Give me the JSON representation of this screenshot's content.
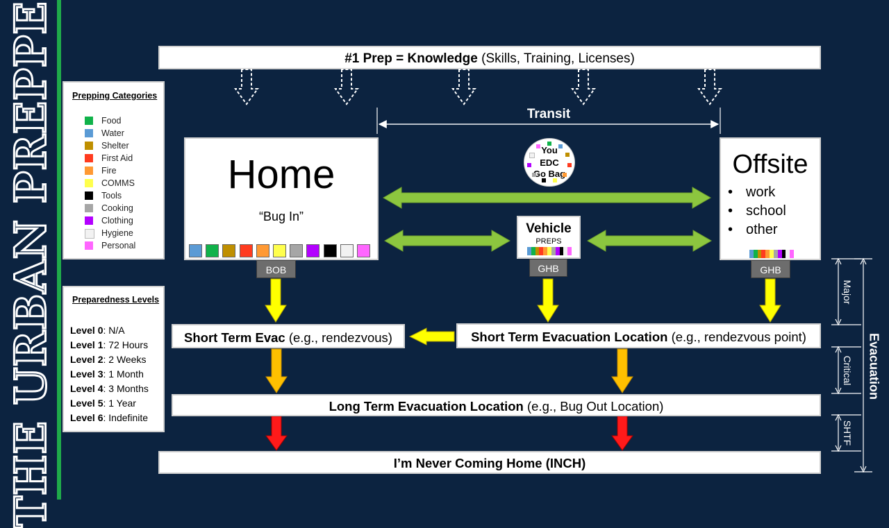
{
  "brand": {
    "text": "THE URBAN PREPPER"
  },
  "top_banner": {
    "prefix": "#1 Prep  = Knowledge",
    "suffix": " (Skills, Training, Licenses)"
  },
  "transit": {
    "label": "Transit"
  },
  "categories_panel": {
    "title": "Prepping Categories",
    "items": [
      {
        "label": "Food",
        "color": "#10b24a"
      },
      {
        "label": "Water",
        "color": "#5b9bd5"
      },
      {
        "label": "Shelter",
        "color": "#bf8f00"
      },
      {
        "label": "First Aid",
        "color": "#ff3b1f"
      },
      {
        "label": "Fire",
        "color": "#ff9933"
      },
      {
        "label": "COMMS",
        "color": "#ffff4d"
      },
      {
        "label": "Tools",
        "color": "#000000"
      },
      {
        "label": "Cooking",
        "color": "#a6a6a6"
      },
      {
        "label": "Clothing",
        "color": "#b300ff"
      },
      {
        "label": "Hygiene",
        "color": "#f2f2f2"
      },
      {
        "label": "Personal",
        "color": "#ff66ff"
      }
    ]
  },
  "levels_panel": {
    "title": "Preparedness Levels",
    "items": [
      {
        "level": "Level 0",
        "value": ": N/A"
      },
      {
        "level": "Level 1",
        "value": ": 72 Hours"
      },
      {
        "level": "Level 2",
        "value": ": 2 Weeks"
      },
      {
        "level": "Level 3",
        "value": ": 1 Month"
      },
      {
        "level": "Level 4",
        "value": ": 3 Months"
      },
      {
        "level": "Level 5",
        "value": ": 1 Year"
      },
      {
        "level": "Level 6",
        "value": ": Indefinite"
      }
    ]
  },
  "home": {
    "title": "Home",
    "subtitle": "“Bug In”",
    "tag": "BOB"
  },
  "you_circle": {
    "line1": "You",
    "line2": "EDC",
    "line3": "Go Bag"
  },
  "vehicle": {
    "title": "Vehicle",
    "subtitle": "PREPS",
    "tag": "GHB"
  },
  "offsite": {
    "title": "Offsite",
    "items": [
      "work",
      "school",
      "other"
    ],
    "tag": "GHB"
  },
  "short_evac": {
    "bold": "Short Term Evac",
    "rest": " (e.g., rendezvous)"
  },
  "short_evac_location": {
    "bold": "Short Term Evacuation Location",
    "rest": " (e.g., rendezvous point)"
  },
  "long_evac_location": {
    "bold": "Long Term Evacuation Location",
    "rest": " (e.g., Bug Out Location)"
  },
  "inch": {
    "bold": "I’m Never Coming Home (INCH)"
  },
  "side_labels": {
    "major": "Major",
    "critical": "Critical",
    "shtf": "SHTF",
    "evacuation": "Evacuation"
  },
  "colors": {
    "background": "#0c2340",
    "green_arrow": "#8cc63f",
    "yellow_arrow": "#ffff00",
    "orange_arrow": "#ffc000",
    "red_arrow": "#ff0000",
    "tag_gray": "#6d6d6d"
  }
}
